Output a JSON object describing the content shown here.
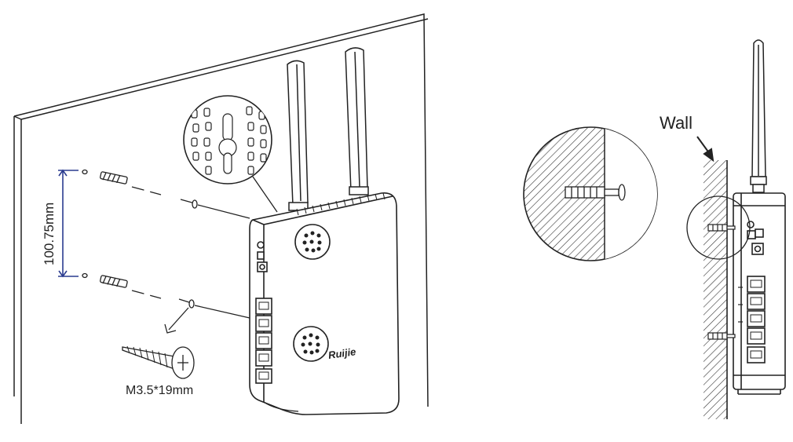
{
  "labels": {
    "spacing_dimension": "100.75mm",
    "screw_spec": "M3.5*19mm",
    "wall": "Wall",
    "brand_logo": "Ruijie"
  },
  "colors": {
    "line": "#222222",
    "dimension": "#2a3b8f",
    "background": "#ffffff"
  },
  "icons": {
    "wall_anchor": "wall-anchor-icon",
    "screw": "screw-icon",
    "mounting_hole": "keyhole-icon"
  }
}
